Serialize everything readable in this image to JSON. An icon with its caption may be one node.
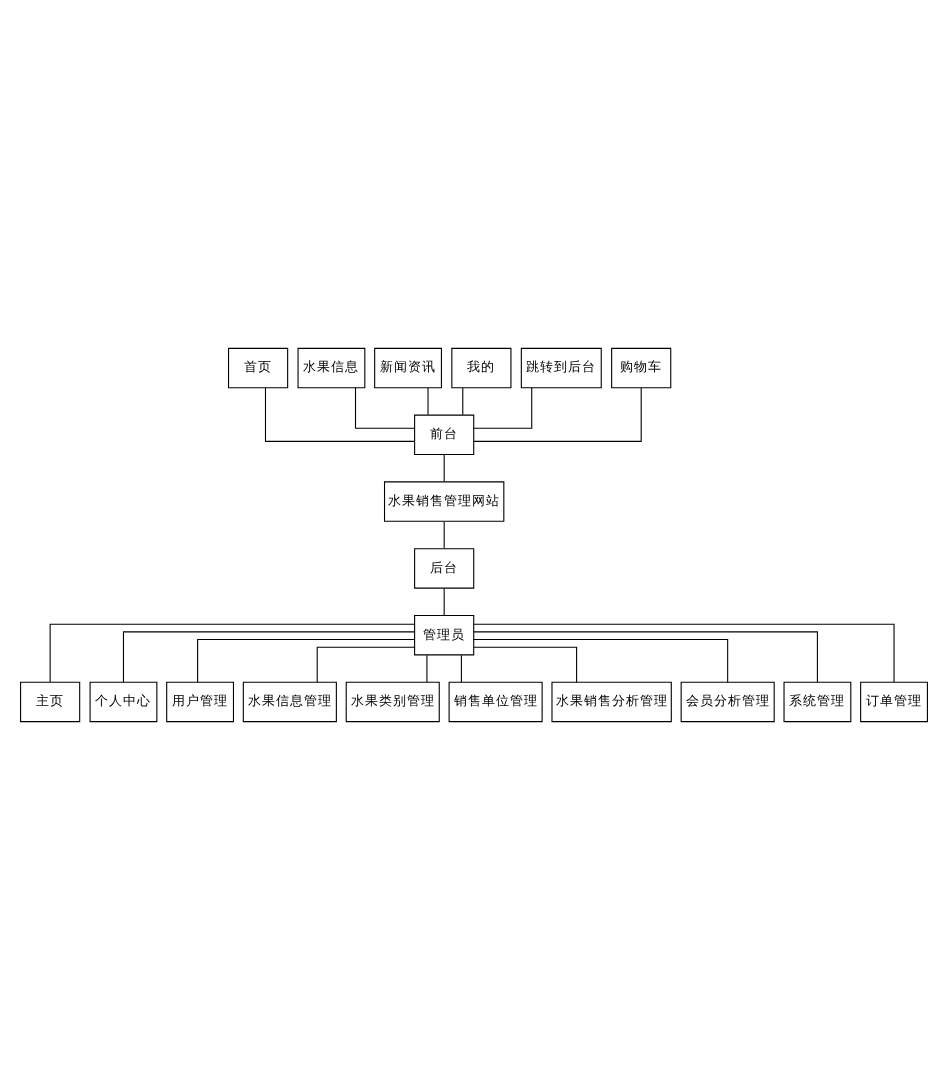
{
  "diagram": {
    "nodes": [
      {
        "text": [
          "首页"
        ]
      },
      {
        "text": [
          "水果信息"
        ]
      },
      {
        "text": [
          "新闻资讯"
        ]
      },
      {
        "text": [
          "我的"
        ]
      },
      {
        "text": [
          "跳转到后台"
        ]
      },
      {
        "text": [
          "购物车"
        ]
      },
      {
        "text": [
          "前台"
        ]
      },
      {
        "text": [
          "水果销售管理网站"
        ]
      },
      {
        "text": [
          "后台"
        ]
      },
      {
        "text": [
          "管理员"
        ]
      },
      {
        "text": [
          "主页"
        ]
      },
      {
        "text": [
          "个人中心"
        ]
      },
      {
        "text": [
          "用户管理"
        ]
      },
      {
        "text": [
          "水果信息管理"
        ]
      },
      {
        "text": [
          "水果类别管理"
        ]
      },
      {
        "text": [
          "销售单位管理"
        ]
      },
      {
        "text": [
          "水果销售分析管理"
        ]
      },
      {
        "text": [
          "会员分析管理"
        ]
      },
      {
        "text": [
          "系统管理"
        ]
      },
      {
        "text": [
          "订单管理"
        ]
      }
    ],
    "edges": [
      {
        "from": 0,
        "to": 6,
        "arrow": "none"
      },
      {
        "from": 1,
        "to": 6,
        "arrow": "none"
      },
      {
        "from": 2,
        "to": 6,
        "arrow": "none"
      },
      {
        "from": 3,
        "to": 6,
        "arrow": "none"
      },
      {
        "from": 4,
        "to": 6,
        "arrow": "none"
      },
      {
        "from": 5,
        "to": 6,
        "arrow": "none"
      },
      {
        "from": 6,
        "to": 7,
        "arrow": "none"
      },
      {
        "from": 7,
        "to": 8,
        "arrow": "none"
      },
      {
        "from": 8,
        "to": 9,
        "arrow": "none"
      },
      {
        "from": 9,
        "to": 10,
        "arrow": "none"
      },
      {
        "from": 9,
        "to": 11,
        "arrow": "none"
      },
      {
        "from": 9,
        "to": 12,
        "arrow": "none"
      },
      {
        "from": 9,
        "to": 13,
        "arrow": "none"
      },
      {
        "from": 9,
        "to": 14,
        "arrow": "none"
      },
      {
        "from": 9,
        "to": 15,
        "arrow": "none"
      },
      {
        "from": 9,
        "to": 16,
        "arrow": "none"
      },
      {
        "from": 9,
        "to": 17,
        "arrow": "none"
      },
      {
        "from": 9,
        "to": 18,
        "arrow": "none"
      },
      {
        "from": 9,
        "to": 19,
        "arrow": "none"
      }
    ]
  }
}
